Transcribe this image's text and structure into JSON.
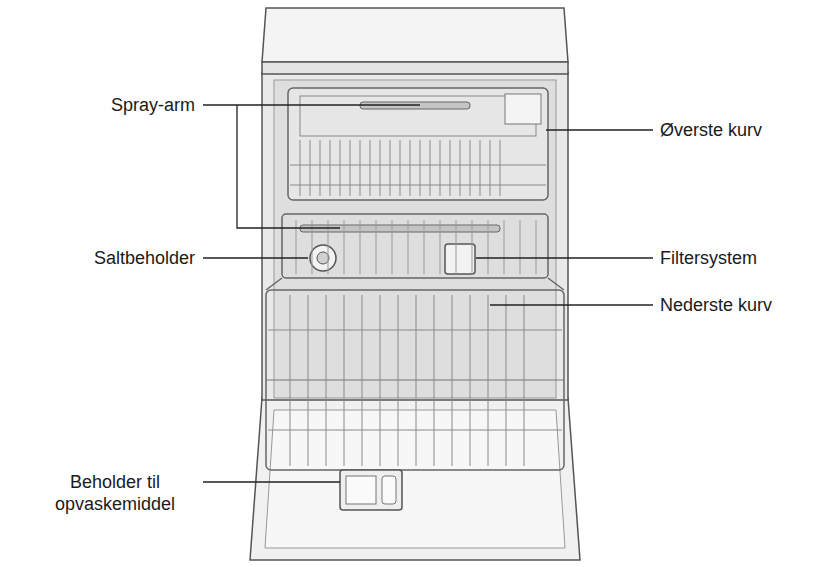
{
  "diagram": {
    "labels": [
      "Spray-arm",
      "Saltbeholder",
      "Beholder til opvaskemiddel",
      "Øverste kurv",
      "Filtersystem",
      "Nederste kurv"
    ]
  }
}
